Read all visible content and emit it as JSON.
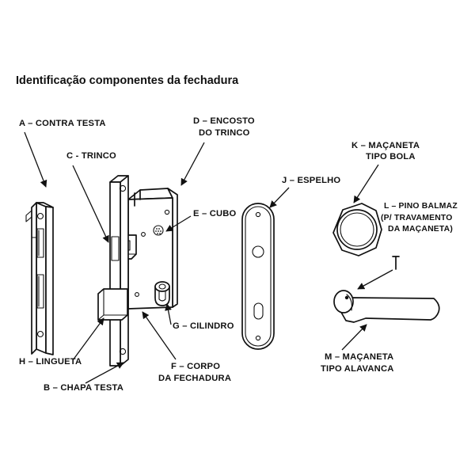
{
  "title": "Identificação componentes da fechadura",
  "labels": {
    "a": "A – CONTRA TESTA",
    "c": "C - TRINCO",
    "d1": "D – ENCOSTO",
    "d2": "DO TRINCO",
    "e": "E – CUBO",
    "g": "G – CILINDRO",
    "f1": "F – CORPO",
    "f2": "DA FECHADURA",
    "h": "H – LINGUETA",
    "b": "B – CHAPA TESTA",
    "j": "J – ESPELHO",
    "k1": "K – MAÇANETA",
    "k2": "TIPO BOLA",
    "l1": "L – PINO BALMAZ",
    "l2": "(P/ TRAVAMENTO",
    "l3": "DA MAÇANETA)",
    "m1": "M – MAÇANETA",
    "m2": "TIPO ALAVANCA"
  }
}
